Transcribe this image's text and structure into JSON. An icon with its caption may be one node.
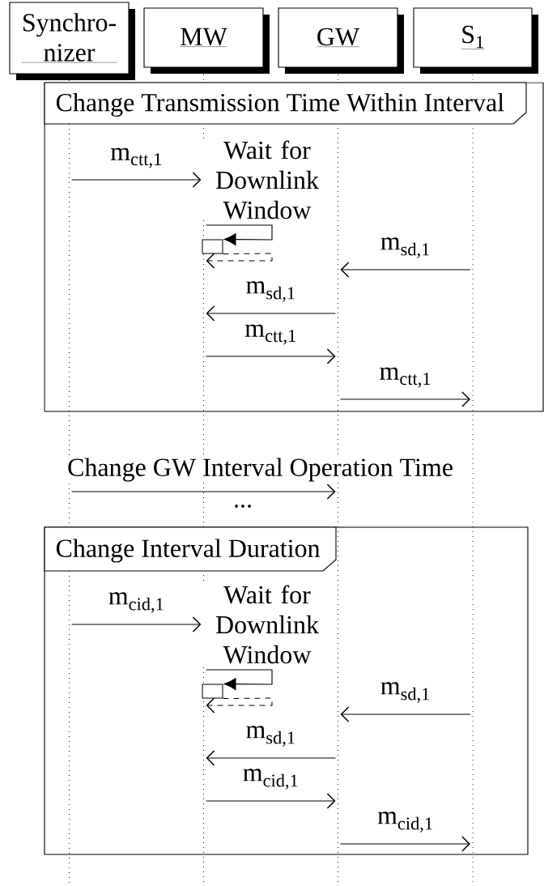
{
  "diagram": {
    "nodes": [
      {
        "text": [
          "Synchro- nizer"
        ]
      },
      {
        "text": [
          "MW"
        ]
      },
      {
        "text": [
          "GW"
        ]
      },
      {
        "text": [
          "S$_{1}$"
        ]
      },
      {
        "text": [],
        "shape": "line"
      },
      {
        "text": [],
        "shape": "line"
      },
      {
        "text": [],
        "shape": "line"
      },
      {
        "text": [],
        "shape": "line"
      },
      {
        "text": [
          "Change Transmission Time Within Interval"
        ]
      },
      {
        "text": [],
        "shape": "box"
      },
      {
        "text": [
          "Change Interval Duration"
        ]
      },
      {
        "text": [],
        "shape": "box"
      }
    ],
    "edges": [
      {
        "from": 4,
        "to": 5,
        "arrow": "to",
        "label": "m$_{ctt,1}$"
      },
      {
        "from": 5,
        "to": 9,
        "arrow": "to",
        "label": "Wait for Downlink Window"
      },
      {
        "from": 9,
        "to": 5,
        "arrow": "to",
        "style": "dashed"
      },
      {
        "from": 7,
        "to": 6,
        "arrow": "to",
        "label": "m$_{sd,1}$"
      },
      {
        "from": 6,
        "to": 5,
        "arrow": "to",
        "label": "m$_{sd,1}$"
      },
      {
        "from": 5,
        "to": 6,
        "arrow": "to",
        "label": "m$_{ctt,1}$"
      },
      {
        "from": 6,
        "to": 7,
        "arrow": "to",
        "label": "m$_{ctt,1}$"
      },
      {
        "from": 4,
        "to": 6,
        "arrow": "to",
        "label": "Change GW Interval Operation Time"
      },
      {
        "from": 4,
        "to": 5,
        "arrow": "to",
        "label": "m$_{cid,1}$"
      },
      {
        "from": 5,
        "to": 11,
        "arrow": "to",
        "label": "Wait for Downlink Window"
      },
      {
        "from": 11,
        "to": 5,
        "arrow": "to",
        "style": "dashed"
      },
      {
        "from": 7,
        "to": 6,
        "arrow": "to",
        "label": "m$_{sd,1}$"
      },
      {
        "from": 6,
        "to": 5,
        "arrow": "to",
        "label": "m$_{sd,1}$"
      },
      {
        "from": 5,
        "to": 6,
        "arrow": "to",
        "label": "m$_{cid,1}$"
      },
      {
        "from": 6,
        "to": 7,
        "arrow": "to",
        "label": "m$_{cid,1}$"
      }
    ],
    "labels": [
      "..."
    ]
  }
}
